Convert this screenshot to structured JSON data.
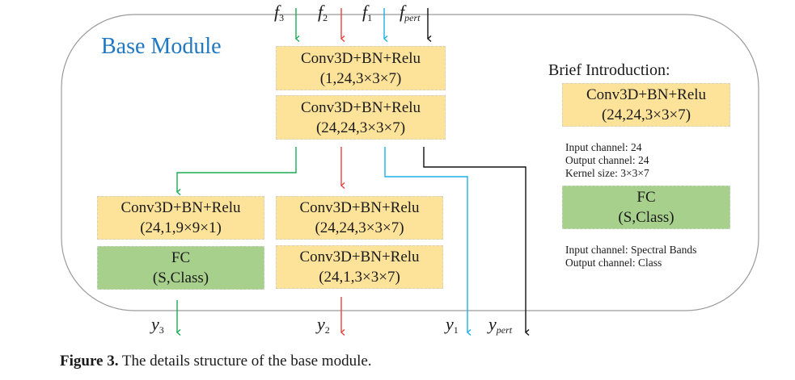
{
  "module_title": "Base Module",
  "inputs": [
    {
      "symbol": "f",
      "sub": "3",
      "color": "#1aaa55"
    },
    {
      "symbol": "f",
      "sub": "2",
      "color": "#e8413c"
    },
    {
      "symbol": "f",
      "sub": "1",
      "color": "#1ab0e6"
    },
    {
      "symbol": "f",
      "sub": "pert",
      "color": "#111111"
    }
  ],
  "outputs": [
    {
      "symbol": "y",
      "sub": "3",
      "color": "#1aaa55"
    },
    {
      "symbol": "y",
      "sub": "2",
      "color": "#e8413c"
    },
    {
      "symbol": "y",
      "sub": "1",
      "color": "#1ab0e6"
    },
    {
      "symbol": "y",
      "sub": "pert",
      "color": "#111111"
    }
  ],
  "blocks": {
    "top1": {
      "line1": "Conv3D+BN+Relu",
      "line2": "(1,24,3×3×7)"
    },
    "top2": {
      "line1": "Conv3D+BN+Relu",
      "line2": "(24,24,3×3×7)"
    },
    "left1": {
      "line1": "Conv3D+BN+Relu",
      "line2": "(24,1,9×9×1)"
    },
    "left2": {
      "line1": "FC",
      "line2": "(S,Class)"
    },
    "mid1": {
      "line1": "Conv3D+BN+Relu",
      "line2": "(24,24,3×3×7)"
    },
    "mid2": {
      "line1": "Conv3D+BN+Relu",
      "line2": "(24,1,3×3×7)"
    }
  },
  "intro": {
    "title": "Brief Introduction:",
    "conv": {
      "line1": "Conv3D+BN+Relu",
      "line2": "(24,24,3×3×7)"
    },
    "conv_notes": [
      "Input channel: 24",
      "Output channel: 24",
      "Kernel size: 3×3×7"
    ],
    "fc": {
      "line1": "FC",
      "line2": "(S,Class)"
    },
    "fc_notes": [
      "Input channel: Spectral Bands",
      "Output channel: Class"
    ]
  },
  "colors": {
    "conv_fill": "#fde39a",
    "fc_fill": "#a8d08d",
    "title": "#1f78c1",
    "green": "#1aaa55",
    "red": "#e8413c",
    "blue": "#1ab0e6",
    "black": "#111111"
  },
  "caption": {
    "label": "Figure 3.",
    "text": " The details structure of the base module."
  }
}
